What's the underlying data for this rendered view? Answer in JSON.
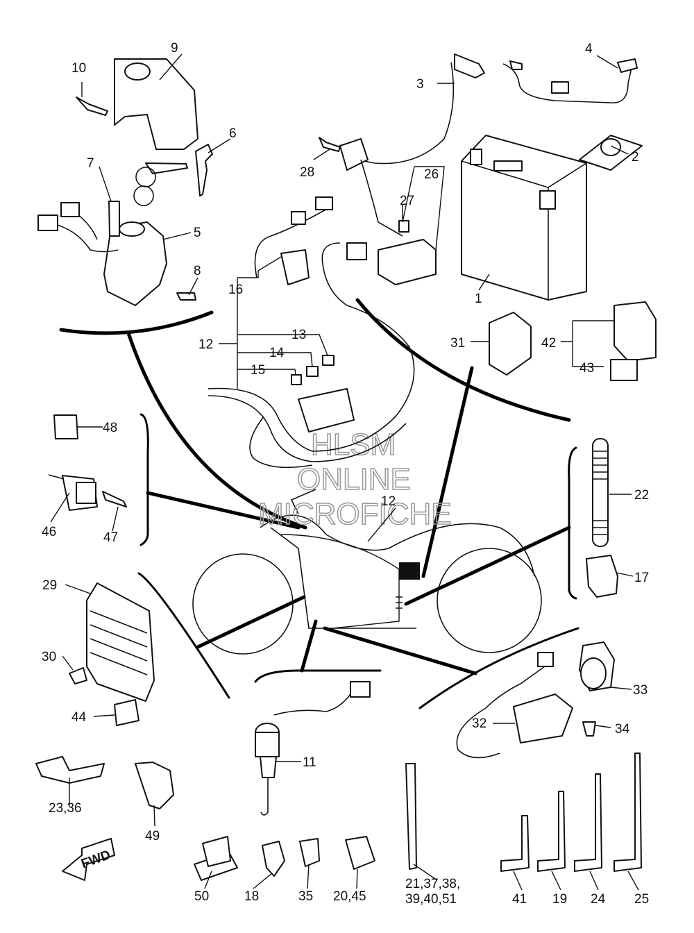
{
  "watermark": [
    "HLSM",
    "ONLINE",
    "MICROFICHE"
  ],
  "fwd_label": "FWD",
  "callouts": {
    "c1": "1",
    "c2": "2",
    "c3": "3",
    "c4": "4",
    "c5": "5",
    "c6": "6",
    "c7": "7",
    "c8": "8",
    "c9": "9",
    "c10": "10",
    "c11": "11",
    "c12a": "12",
    "c12b": "12",
    "c13": "13",
    "c14": "14",
    "c15": "15",
    "c16": "16",
    "c17": "17",
    "c18": "18",
    "c19": "19",
    "c20_45": "20,45",
    "c21_a": "21,37,38,",
    "c21_b": "39,40,51",
    "c22": "22",
    "c23_36": "23,36",
    "c24": "24",
    "c25": "25",
    "c26": "26",
    "c27": "27",
    "c28": "28",
    "c29": "29",
    "c30": "30",
    "c31": "31",
    "c32": "32",
    "c33": "33",
    "c34": "34",
    "c35": "35",
    "c41": "41",
    "c42": "42",
    "c43": "43",
    "c44": "44",
    "c46": "46",
    "c47": "47",
    "c48": "48",
    "c49": "49",
    "c50": "50"
  }
}
